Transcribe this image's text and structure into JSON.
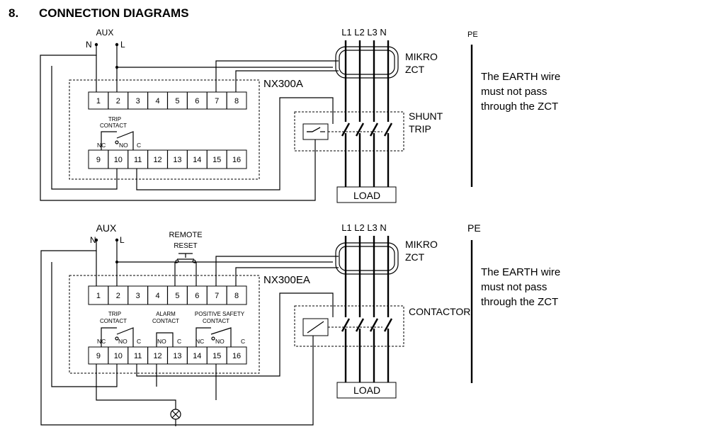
{
  "section": {
    "number": "8.",
    "title": "CONNECTION DIAGRAMS"
  },
  "diagram1": {
    "aux_label": "AUX",
    "n_label": "N",
    "l_label": "L",
    "device_label": "NX300A",
    "top_terminals": [
      "1",
      "2",
      "3",
      "4",
      "5",
      "6",
      "7",
      "8"
    ],
    "bottom_terminals": [
      "9",
      "10",
      "11",
      "12",
      "13",
      "14",
      "15",
      "16"
    ],
    "trip_contact": [
      "TRIP",
      "CONTACT"
    ],
    "contact_nc": "NC",
    "contact_no": "NO",
    "contact_c": "C",
    "phase_labels": "L1 L2 L3 N",
    "zct_label": [
      "MIKRO",
      "ZCT"
    ],
    "shunt_label": [
      "SHUNT",
      "TRIP"
    ],
    "load_label": "LOAD",
    "pe_label": "PE",
    "note": [
      "The EARTH wire",
      "must not pass",
      "through the ZCT"
    ]
  },
  "diagram2": {
    "aux_label": "AUX",
    "n_label": "N",
    "l_label": "L",
    "remote_reset": [
      "REMOTE",
      "RESET"
    ],
    "device_label": "NX300EA",
    "top_terminals": [
      "1",
      "2",
      "3",
      "4",
      "5",
      "6",
      "7",
      "8"
    ],
    "bottom_terminals": [
      "9",
      "10",
      "11",
      "12",
      "13",
      "14",
      "15",
      "16"
    ],
    "trip_contact": [
      "TRIP",
      "CONTACT"
    ],
    "alarm_contact": [
      "ALARM",
      "CONTACT"
    ],
    "safety_contact": [
      "POSITIVE SAFETY",
      "CONTACT"
    ],
    "contact_nc": "NC",
    "contact_no": "NO",
    "contact_c": "C",
    "phase_labels": "L1 L2 L3 N",
    "zct_label": [
      "MIKRO",
      "ZCT"
    ],
    "contactor_label": "CONTACTOR",
    "load_label": "LOAD",
    "pe_label": "PE",
    "note": [
      "The EARTH wire",
      "must not pass",
      "through the ZCT"
    ]
  }
}
